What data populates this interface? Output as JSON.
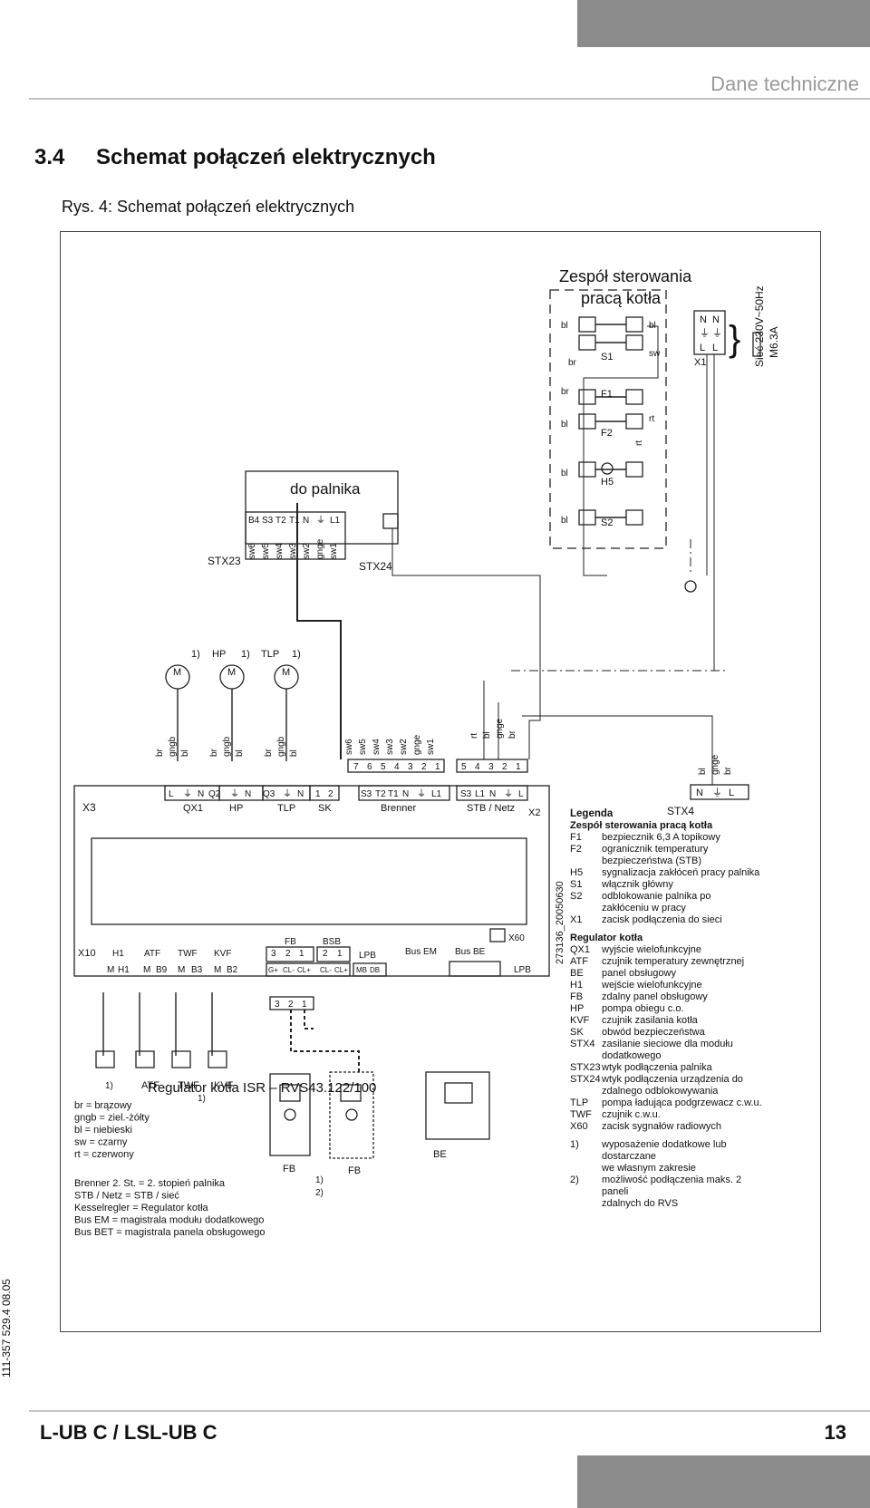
{
  "header": {
    "section": "Dane techniczne"
  },
  "title": {
    "number": "3.4",
    "text": "Schemat połączeń elektrycznych"
  },
  "figure": {
    "caption": "Rys. 4:  Schemat połączeń elektrycznych",
    "control_unit_title_1": "Zespół sterowania",
    "control_unit_title_2": "pracą kotła",
    "burner_label": "do palnika",
    "stx23": "STX23",
    "stx24": "STX24",
    "stx23_pins": [
      "B4",
      "S3",
      "T2",
      "T1",
      "N",
      "⏚",
      "L1"
    ],
    "stx23_wires": [
      "sw6",
      "sw5",
      "sw4",
      "sw3",
      "sw2",
      "gnge",
      "sw1"
    ],
    "cu_wires": [
      "bl",
      "br",
      "br",
      "bl",
      "bl",
      "bl",
      "bl",
      "sw",
      "rt",
      "rt"
    ],
    "cu_components": [
      "S1",
      "F1",
      "F2",
      "H5",
      "S2",
      "X1"
    ],
    "mains_pins": [
      "N",
      "N",
      "⏚",
      "⏚",
      "L",
      "L"
    ],
    "mains": "Sieć 230V~50Hz",
    "fuse": "M6.3A",
    "motors": [
      "M",
      "M",
      "M"
    ],
    "motor_labels": [
      "1)",
      "HP",
      "1)",
      "TLP",
      "1)"
    ],
    "top_wires": [
      "br",
      "gngb",
      "bl",
      "br",
      "gngb",
      "bl",
      "br",
      "gngb",
      "bl"
    ],
    "brenner_wires": [
      "sw6",
      "sw5",
      "sw4",
      "sw3",
      "sw2",
      "gnge",
      "sw1"
    ],
    "brenner_pins": [
      "7",
      "6",
      "5",
      "4",
      "3",
      "2",
      "1"
    ],
    "stb_wires": [
      "rt",
      "bl",
      "gnge",
      "br"
    ],
    "stb_pins": [
      "5",
      "4",
      "3",
      "2",
      "1"
    ],
    "stx4_wires": [
      "bl",
      "gnge",
      "br"
    ],
    "terminals_top": [
      "L",
      "⏚",
      "N",
      "Q2",
      "⏚",
      "N",
      "Q3",
      "⏚",
      "N",
      "1",
      "2",
      "S3",
      "T2",
      "T1",
      "N",
      "⏚",
      "L1",
      "S3",
      "L1",
      "N",
      "⏚",
      "L"
    ],
    "stx4_pins": [
      "N",
      "⏚",
      "L"
    ],
    "groups_top": [
      "X3",
      "QX1",
      "HP",
      "TLP",
      "SK",
      "Brenner",
      "STB / Netz",
      "X2",
      "STX4"
    ],
    "controller": "Regulator kotła ISR – RVS43.122/100",
    "bottom_top_labels": [
      "FB",
      "BSB",
      "X60"
    ],
    "bottom_groups": [
      "X10",
      "H1",
      "ATF",
      "TWF",
      "KVF",
      "LPB",
      "Bus EM",
      "Bus BE"
    ],
    "bottom_pins": [
      "3",
      "2",
      "1",
      "2",
      "1",
      "M",
      "H1",
      "M",
      "B9",
      "M",
      "B3",
      "M",
      "B2",
      "G+",
      "CL-",
      "CL+",
      "CL-",
      "CL+",
      "MB",
      "DB",
      "LPB"
    ],
    "fb_connector": [
      "3",
      "2",
      "1"
    ],
    "sensors": [
      "1)",
      "ATF",
      "TWF",
      "KVF",
      "1)"
    ],
    "panels": [
      "FB",
      "FB",
      "BE"
    ],
    "notes_12": [
      "1)",
      "2)"
    ],
    "diagram_code": "273136_20050630",
    "colors_legend": [
      "br = brązowy",
      "gngb = ziel.-żółty",
      "bl = niebieski",
      "sw = czarny",
      "rt = czerwony"
    ],
    "abbrev_legend": [
      "Brenner 2. St. = 2. stopień palnika",
      "STB / Netz = STB / sieć",
      "Kesselregler = Regulator kotła",
      "Bus EM = magistrala modułu dodatkowego",
      "Bus BET = magistrala panela obsługowego"
    ],
    "legend": {
      "title": "Legenda",
      "group1": "Zespół sterowania pracą kotła",
      "items1": [
        [
          "F1",
          "bezpiecznik 6,3 A topikowy"
        ],
        [
          "F2",
          "ogranicznik temperatury"
        ],
        [
          "",
          "bezpieczeństwa (STB)"
        ],
        [
          "H5",
          "sygnalizacja zakłóceń pracy palnika"
        ],
        [
          "S1",
          "włącznik główny"
        ],
        [
          "S2",
          "odblokowanie palnika po"
        ],
        [
          "",
          "zakłóceniu w pracy"
        ],
        [
          "X1",
          "zacisk podłączenia do sieci"
        ]
      ],
      "group2": "Regulator kotła",
      "items2": [
        [
          "QX1",
          "wyjście wielofunkcyjne"
        ],
        [
          "ATF",
          "czujnik temperatury zewnętrznej"
        ],
        [
          "BE",
          "panel obsługowy"
        ],
        [
          "H1",
          "wejście wielofunkcyjne"
        ],
        [
          "FB",
          "zdalny panel obsługowy"
        ],
        [
          "HP",
          "pompa obiegu c.o."
        ],
        [
          "KVF",
          "czujnik zasilania kotła"
        ],
        [
          "SK",
          "obwód bezpieczeństwa"
        ],
        [
          "STX4",
          "zasilanie sieciowe dla modułu"
        ],
        [
          "",
          "dodatkowego"
        ],
        [
          "STX23",
          "wtyk podłączenia palnika"
        ],
        [
          "STX24",
          "wtyk podłączenia urządzenia do"
        ],
        [
          "",
          "zdalnego odblokowywania"
        ],
        [
          "TLP",
          "pompa ładująca podgrzewacz c.w.u."
        ],
        [
          "TWF",
          "czujnik c.w.u."
        ],
        [
          "X60",
          "zacisk sygnałów radiowych"
        ]
      ],
      "notes": [
        [
          "1)",
          "wyposażenie dodatkowe lub"
        ],
        [
          "",
          "dostarczane"
        ],
        [
          "",
          "we własnym zakresie"
        ],
        [
          "2)",
          "możliwość podłączenia maks. 2"
        ],
        [
          "",
          "paneli"
        ],
        [
          "",
          "zdalnych do RVS"
        ]
      ]
    }
  },
  "side_code": "111-357 529.4 08.05",
  "footer": {
    "model": "L-UB C / LSL-UB C",
    "page": "13"
  }
}
